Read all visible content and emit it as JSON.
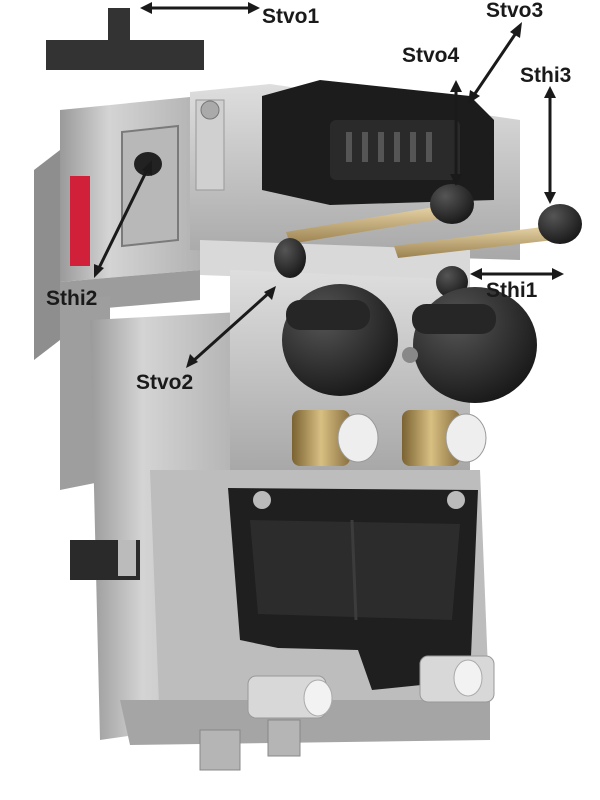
{
  "labels": {
    "stvo1": "Stvo1",
    "stvo2": "Stvo2",
    "stvo3": "Stvo3",
    "stvo4": "Stvo4",
    "sthi1": "Sthi1",
    "sthi2": "Sthi2",
    "sthi3": "Sthi3"
  },
  "colors": {
    "body_light": "#c9c9c9",
    "body_mid": "#a9a9a9",
    "body_dark": "#8a8a8a",
    "plastic_black": "#1c1c1c",
    "brass": "#b89a5a",
    "connector_red": "#d0203a",
    "annotation": "#1a1a1a"
  }
}
